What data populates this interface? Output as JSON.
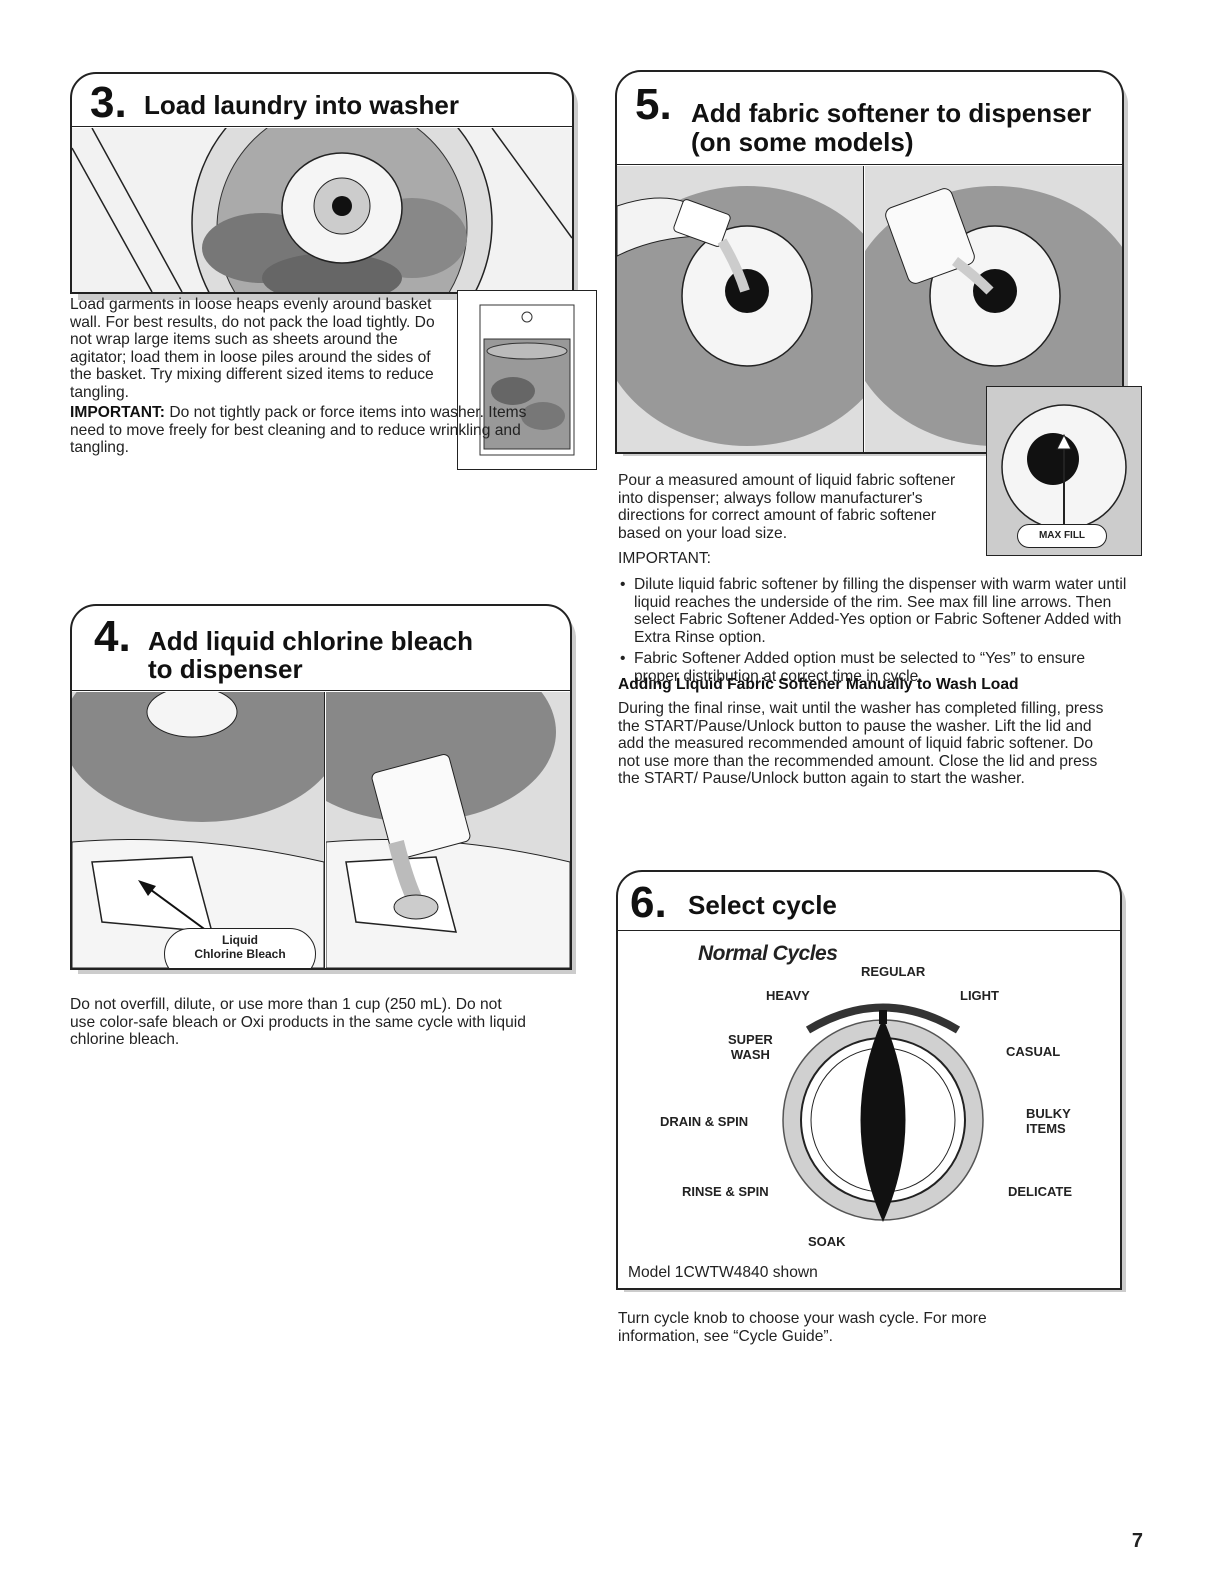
{
  "step3": {
    "num": "3.",
    "title": "Load laundry into washer",
    "para": "Load garments in loose heaps evenly around basket wall. For best results, do not pack the load tightly. Do not wrap large items such as sheets around the agitator; load them in loose piles around the sides of the basket. Try mixing different sized items to reduce tangling.",
    "important_label": "IMPORTANT:",
    "important_text": " Do not tightly pack or force items into washer. Items need to move freely for best cleaning and to reduce wrinkling and tangling."
  },
  "step4": {
    "num": "4.",
    "title_line1": "Add liquid chlorine bleach",
    "title_line2": "to dispenser",
    "callout_line1": "Liquid",
    "callout_line2": "Chlorine Bleach",
    "para": "Do not overfill, dilute, or use more than 1 cup (250 mL). Do not use color-safe bleach or Oxi products in the same cycle with liquid chlorine bleach."
  },
  "step5": {
    "num": "5.",
    "title_line1": "Add fabric softener to dispenser",
    "title_line2": "(on some models)",
    "maxfill": "MAX FILL",
    "para": "Pour a measured amount of liquid fabric softener into dispenser; always follow manufacturer's directions for correct amount of fabric softener based on your load size.",
    "important_label": "IMPORTANT:",
    "bullets": [
      "Dilute liquid fabric softener by filling the dispenser with warm water until liquid reaches the underside of the rim. See max fill line arrows. Then select Fabric Softener Added-Yes option or Fabric Softener Added with Extra Rinse option.",
      "Fabric Softener Added option must be selected to “Yes” to ensure proper distribution at correct time in cycle."
    ],
    "subhead": "Adding Liquid Fabric Softener Manually to Wash Load",
    "subpara": "During the final rinse, wait until the washer has completed filling, press the START/Pause/Unlock button to pause the washer. Lift the lid and add the measured recommended amount of liquid fabric softener. Do not use more than the recommended amount. Close the lid and press the START/ Pause/Unlock button again to start the washer."
  },
  "step6": {
    "num": "6.",
    "title": "Select cycle",
    "normal_cycles": "Normal Cycles",
    "dial": {
      "regular": "REGULAR",
      "heavy": "HEAVY",
      "light": "LIGHT",
      "super_wash_1": "SUPER",
      "super_wash_2": "WASH",
      "casual": "CASUAL",
      "drain_spin": "DRAIN & SPIN",
      "bulky_1": "BULKY",
      "bulky_2": "ITEMS",
      "rinse_spin": "RINSE & SPIN",
      "delicate": "DELICATE",
      "soak": "SOAK"
    },
    "model": "Model 1CWTW4840 shown",
    "para": "Turn cycle knob to choose your wash cycle. For more information, see “Cycle Guide”."
  },
  "page_number": "7"
}
